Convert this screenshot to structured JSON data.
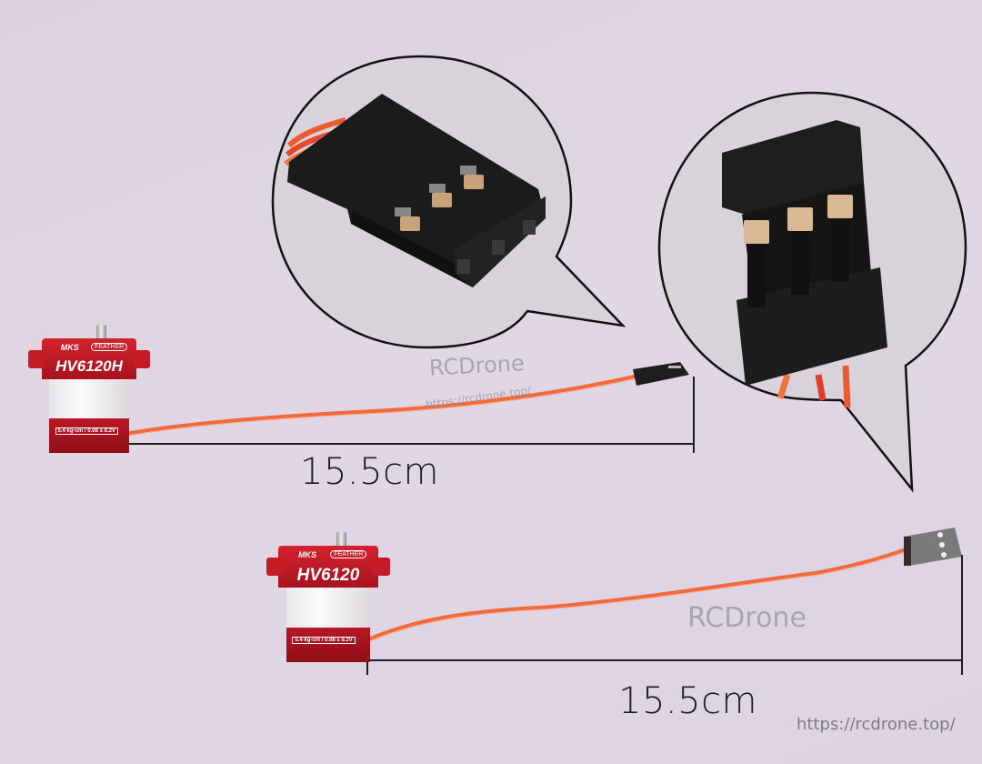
{
  "image": {
    "description": "Product photo of two MKS servos with 15.5cm leads and magnified callouts of the 3-pin connector",
    "background_color": "#ddd2e0"
  },
  "servos": [
    {
      "brand": "MKS",
      "sub_brand": "FEATHER",
      "model": "HV6120H",
      "spec": "5.4 kg-cm / 0.08 s",
      "voltage": "8.2V",
      "body_color": "#c41b27"
    },
    {
      "brand": "MKS",
      "sub_brand": "FEATHER",
      "model": "HV6120",
      "spec": "5.4 kg-cm / 0.08 s",
      "voltage": "8.2V",
      "body_color": "#c41b27"
    }
  ],
  "dimensions": {
    "top_lead_length": "15.5cm",
    "bottom_lead_length": "15.5cm"
  },
  "callouts": [
    {
      "name": "connector-top-view",
      "connector_color": "#1b1b1b"
    },
    {
      "name": "connector-front-view",
      "connector_color": "#1b1b1b"
    }
  ],
  "watermarks": {
    "brand_top": "RCDrone",
    "url_top": "https://rcdrone.top/",
    "brand_bottom": "RCDrone",
    "url_bottom": "https://rcdrone.top/"
  },
  "colors": {
    "wire": "#f06a3c",
    "servo_red": "#c41b27",
    "connector_black": "#1b1b1b",
    "connector_grey": "#7a7a7a",
    "outline": "#111111"
  }
}
